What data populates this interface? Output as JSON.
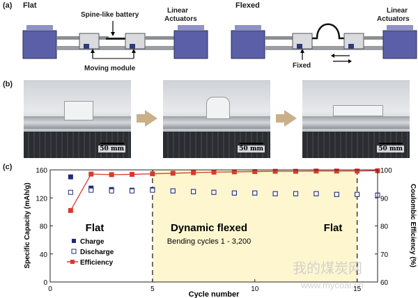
{
  "panel_a": {
    "label": "(a)",
    "flat_title": "Flat",
    "flexed_title": "Flexed",
    "spine_label": "Spine-like battery",
    "actuators_left": [
      "Linear",
      "Actuators"
    ],
    "actuators_right": [
      "Linear",
      "Actuators"
    ],
    "moving_module": "Moving module",
    "fixed": "Fixed"
  },
  "panel_b": {
    "label": "(b)",
    "scale_1": "50 mm",
    "scale_2": "50 mm",
    "scale_3": "50 mm"
  },
  "panel_c": {
    "label": "(c)",
    "region_flat_left": "Flat",
    "region_flexed": "Dynamic flexed",
    "region_flexed_sub": "Bending cycles 1 - 3,200",
    "region_flat_right": "Flat",
    "flexed_region_color": "#fdf6cf"
  },
  "watermark": {
    "cn": "我的煤炭网",
    "url": "www.mycoal.cn"
  },
  "chart_data": {
    "type": "scatter",
    "xlabel": "Cycle number",
    "ylabel_left": "Specific Capacity (mAh/g)",
    "ylabel_right": "Coulombic Efficiency (%)",
    "xlim": [
      0,
      16
    ],
    "ylim_left": [
      0,
      160
    ],
    "ylim_right": [
      60,
      100
    ],
    "xticks": [
      0,
      5,
      10,
      15
    ],
    "yticks_left": [
      0,
      40,
      80,
      120,
      160
    ],
    "yticks_right": [
      60,
      70,
      80,
      90,
      100
    ],
    "vlines": [
      5,
      15
    ],
    "legend": [
      "Charge",
      "Discharge",
      "Efficiency"
    ],
    "series": [
      {
        "name": "Charge",
        "axis": "left",
        "marker": "filled-square",
        "color": "#1f2a7a",
        "x": [
          1,
          2,
          3,
          4,
          5,
          6,
          7,
          8,
          9,
          10,
          11,
          12,
          13,
          14,
          15,
          16
        ],
        "y": [
          150,
          134,
          132,
          131,
          132,
          130,
          129,
          128,
          127,
          127,
          126,
          126,
          126,
          125,
          125,
          124
        ]
      },
      {
        "name": "Discharge",
        "axis": "left",
        "marker": "open-square",
        "color": "#1f2a7a",
        "x": [
          1,
          2,
          3,
          4,
          5,
          6,
          7,
          8,
          9,
          10,
          11,
          12,
          13,
          14,
          15,
          16
        ],
        "y": [
          128,
          131,
          130,
          130,
          131,
          130,
          129,
          128,
          127,
          127,
          126,
          126,
          126,
          125,
          125,
          124
        ]
      },
      {
        "name": "Efficiency",
        "axis": "right",
        "marker": "filled-square-line",
        "color": "#d63a2c",
        "x": [
          1,
          2,
          3,
          4,
          5,
          6,
          7,
          8,
          9,
          10,
          11,
          12,
          13,
          14,
          15,
          16
        ],
        "y": [
          85.5,
          98.5,
          98.3,
          98.4,
          98.6,
          98.8,
          99.0,
          99.2,
          99.3,
          99.4,
          99.5,
          99.5,
          99.6,
          99.6,
          99.6,
          99.7
        ]
      }
    ]
  }
}
